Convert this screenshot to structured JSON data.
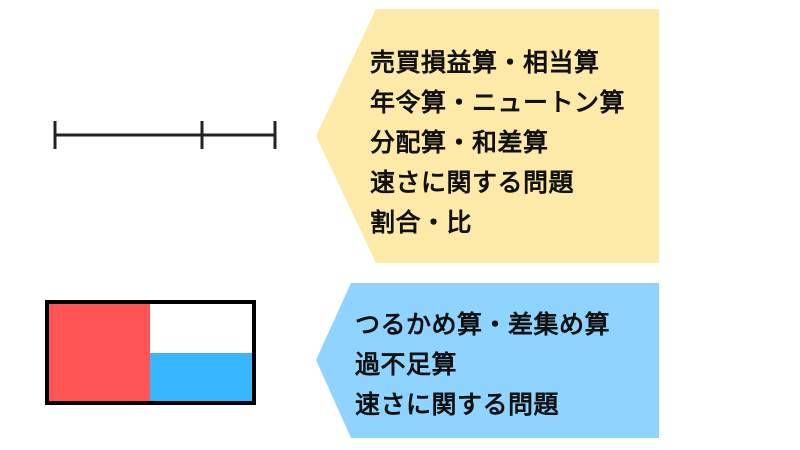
{
  "line_segment_topics": {
    "background_color": "#FDE9A8",
    "items": [
      "売買損益算・相当算",
      "年令算・ニュートン算",
      "分配算・和差算",
      "速さに関する問題",
      "割合・比"
    ]
  },
  "area_diagram_topics": {
    "background_color": "#8FD3FF",
    "items": [
      "つるかめ算・差集め算",
      "過不足算",
      "速さに関する問題"
    ]
  },
  "area_diagram_colors": {
    "left_block": "#FF5555",
    "bottom_right_block": "#38B6FF",
    "top_right_block": "#FFFFFF",
    "border": "#000000"
  },
  "line_segment_color": "#222222"
}
